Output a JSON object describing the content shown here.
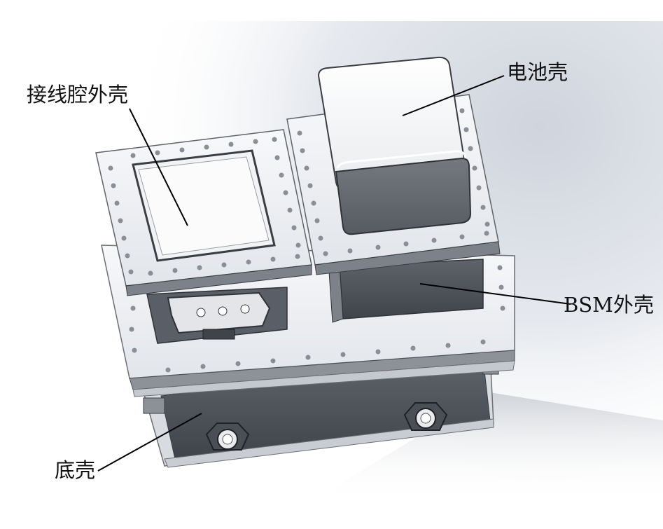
{
  "labels": {
    "wiring_cavity_shell": "接线腔外壳",
    "battery_shell": "电池壳",
    "bsm_shell": "BSM外壳",
    "bottom_shell": "底壳"
  }
}
